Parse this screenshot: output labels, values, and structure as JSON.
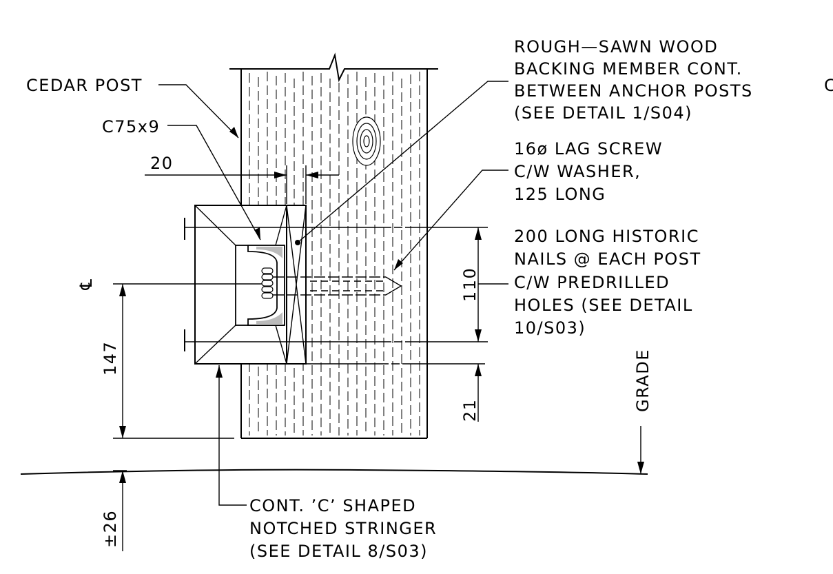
{
  "labels": {
    "cedar_post": "CEDAR POST",
    "channel": "C75x9",
    "dim_20": "20",
    "backing_1": "ROUGH—SAWN WOOD",
    "backing_2": "BACKING MEMBER CONT.",
    "backing_3": "BETWEEN ANCHOR  POSTS",
    "backing_4": "(SEE DETAIL 1/S04)",
    "lag_1": "16ø LAG SCREW",
    "lag_2": "C/W WASHER,",
    "lag_3": "125 LONG",
    "nails_1": "200 LONG HISTORIC",
    "nails_2": "NAILS @ EACH POST",
    "nails_3": "C/W PREDRILLED",
    "nails_4": "HOLES (SEE DETAIL",
    "nails_5": "10/S03)",
    "centerline": "℄",
    "dim_110": "110",
    "dim_147": "147",
    "dim_21": "21",
    "grade": "GRADE",
    "dim_26": "±26",
    "stringer_1": "CONT. ’C’ SHAPED",
    "stringer_2": "NOTCHED STRINGER",
    "stringer_3": "(SEE DETAIL 8/S03)",
    "clipped_edge": "C"
  }
}
